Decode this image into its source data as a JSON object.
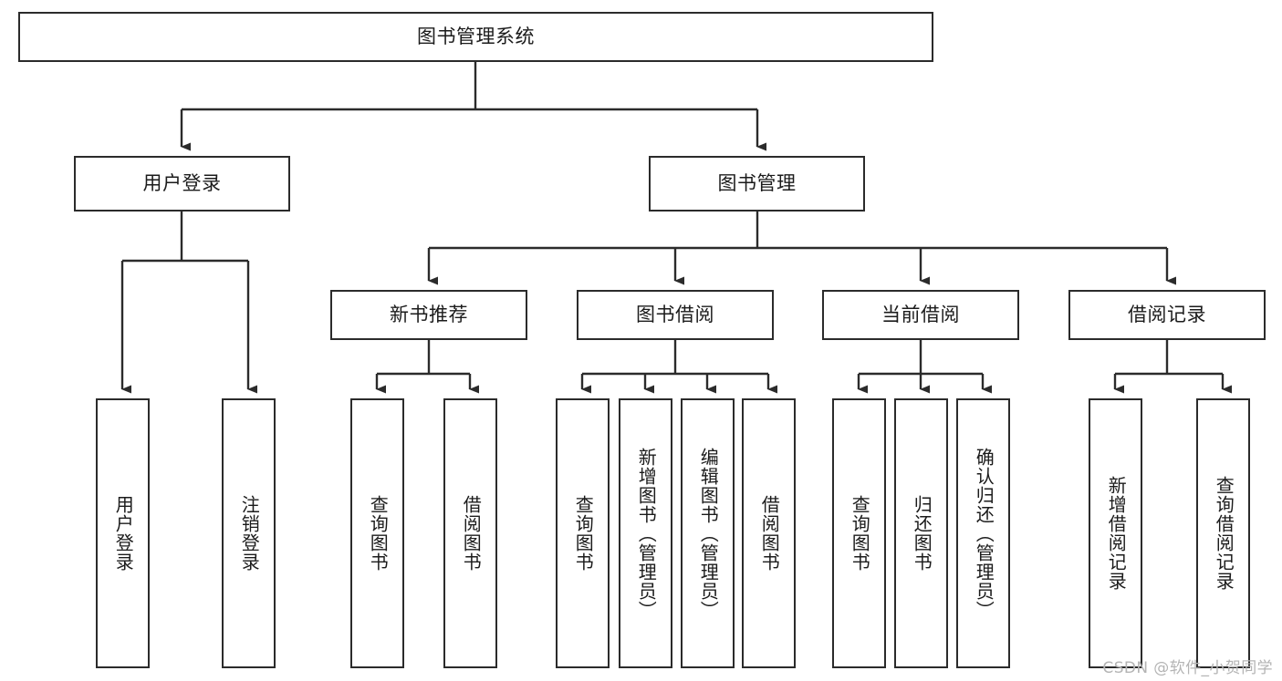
{
  "diagram": {
    "title": "图书管理系统",
    "type": "tree-hierarchy-chart",
    "watermark": "CSDN @软件_小贺同学",
    "colors": {
      "box_border": "#2b2b2b",
      "box_fill": "#ffffff",
      "connector": "#2b2b2b",
      "text": "#1b1b1b",
      "watermark": "#b4b4b4",
      "background": "#ffffff"
    }
  },
  "root": {
    "label": "图书管理系统"
  },
  "level2": [
    {
      "label": "用户登录"
    },
    {
      "label": "图书管理"
    }
  ],
  "level3": [
    {
      "label": "新书推荐"
    },
    {
      "label": "图书借阅"
    },
    {
      "label": "当前借阅"
    },
    {
      "label": "借阅记录"
    }
  ],
  "leaves": {
    "user_login": [
      {
        "label": "用户登录"
      },
      {
        "label": "注销登录"
      }
    ],
    "new_book_recommend": [
      {
        "label": "查询图书"
      },
      {
        "label": "借阅图书"
      }
    ],
    "book_borrow": [
      {
        "label": "查询图书"
      },
      {
        "label": "新增图书（管理员）"
      },
      {
        "label": "编辑图书（管理员）"
      },
      {
        "label": "借阅图书"
      }
    ],
    "current_borrow": [
      {
        "label": "查询图书"
      },
      {
        "label": "归还图书"
      },
      {
        "label": "确认归还（管理员）"
      }
    ],
    "borrow_record": [
      {
        "label": "新增借阅记录"
      },
      {
        "label": "查询借阅记录"
      }
    ]
  }
}
